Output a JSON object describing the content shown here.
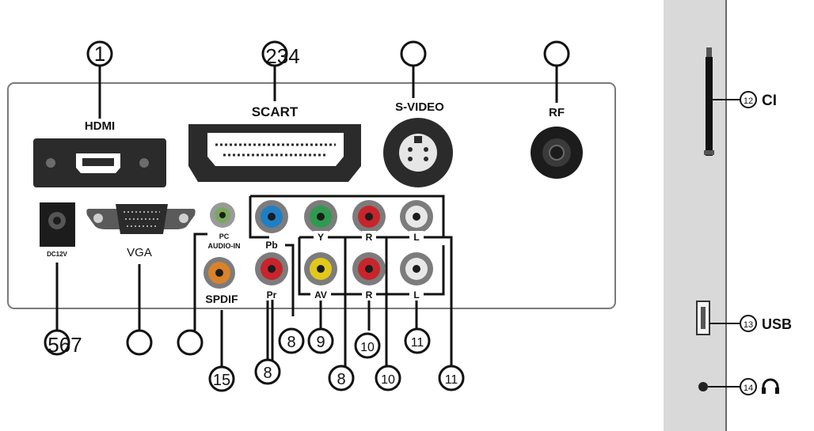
{
  "header": {
    "text": "——————————————"
  },
  "back_panel": {
    "callouts": {
      "n1": "1",
      "n234": "234",
      "n567": "567",
      "n8a": "8",
      "n8b": "8",
      "n8c": "8",
      "n9": "9",
      "n10a": "10",
      "n10b": "10",
      "n11a": "11",
      "n11b": "11",
      "n15": "15"
    },
    "labels": {
      "hdmi": "HDMI",
      "scart": "SCART",
      "svideo": "S-VIDEO",
      "rf": "RF",
      "dc12v": "DC12V",
      "vga": "VGA",
      "pc_audio_1": "PC",
      "pc_audio_2": "AUDIO-IN",
      "spdif": "SPDIF",
      "pb": "Pb",
      "pr": "Pr",
      "y": "Y",
      "comp_r": "R",
      "comp_l": "L",
      "av": "AV",
      "av_r": "R",
      "av_l": "L"
    },
    "jack_colors": {
      "pb": "#1f7fc4",
      "y": "#2f9a4e",
      "comp_r": "#c8242c",
      "comp_l": "#e8e8e8",
      "pr": "#c8242c",
      "av": "#e2c81a",
      "av_r": "#c8242c",
      "av_l": "#e8e8e8",
      "spdif": "#d8822c",
      "pc_audio": "#7aa860"
    }
  },
  "side_panel": {
    "callouts": {
      "n12": "12",
      "n13": "13",
      "n14": "14"
    },
    "labels": {
      "ci": "CI",
      "usb": "USB"
    },
    "icons": {
      "headphone": "headphone-icon"
    }
  }
}
